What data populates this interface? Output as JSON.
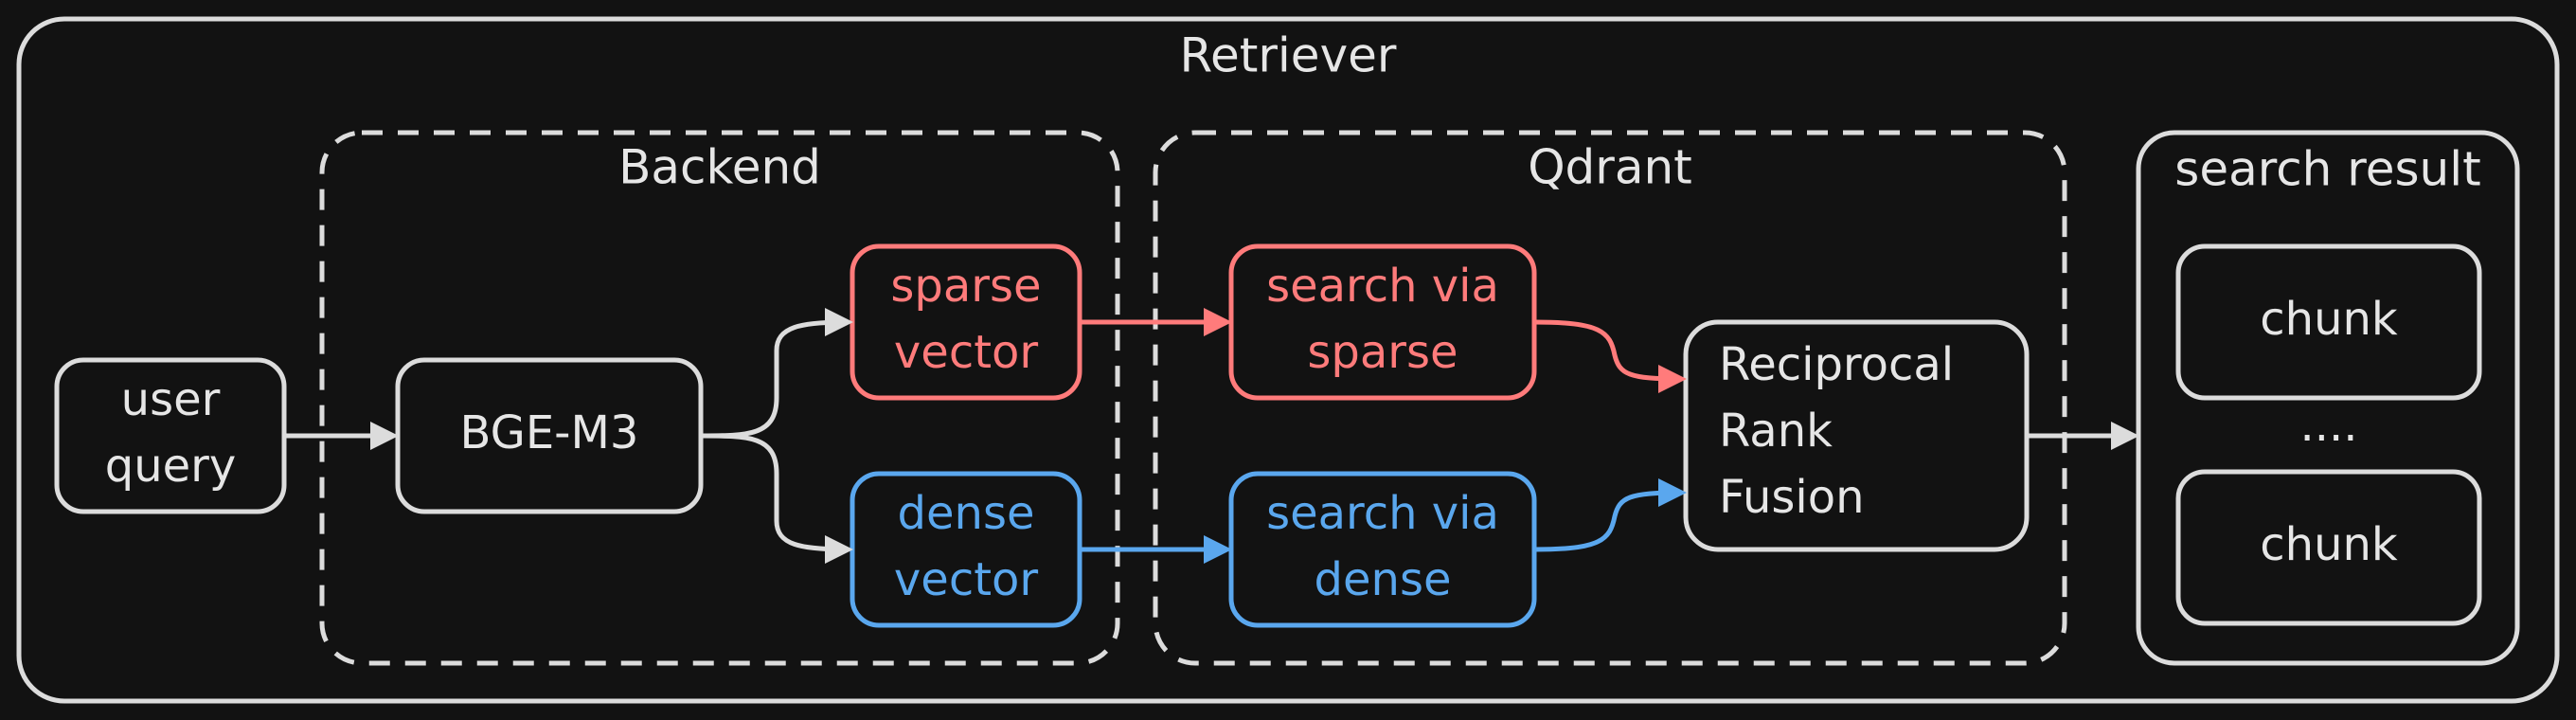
{
  "diagram": {
    "outer_title": "Retriever",
    "groups": {
      "backend": "Backend",
      "qdrant": "Qdrant",
      "search_result": "search result"
    },
    "nodes": {
      "user_query": [
        "user",
        "query"
      ],
      "bge_m3": "BGE-M3",
      "sparse_vector": [
        "sparse",
        "vector"
      ],
      "dense_vector": [
        "dense",
        "vector"
      ],
      "search_sparse": [
        "search via",
        "sparse"
      ],
      "search_dense": [
        "search via",
        "dense"
      ],
      "rrf": [
        "Reciprocal",
        "Rank",
        "Fusion"
      ],
      "chunk_top": "chunk",
      "ellipsis": "....",
      "chunk_bottom": "chunk"
    },
    "colors": {
      "background": "#121212",
      "stroke": "#dcdcdc",
      "sparse": "#ff7b7b",
      "dense": "#5aa7ee"
    }
  }
}
